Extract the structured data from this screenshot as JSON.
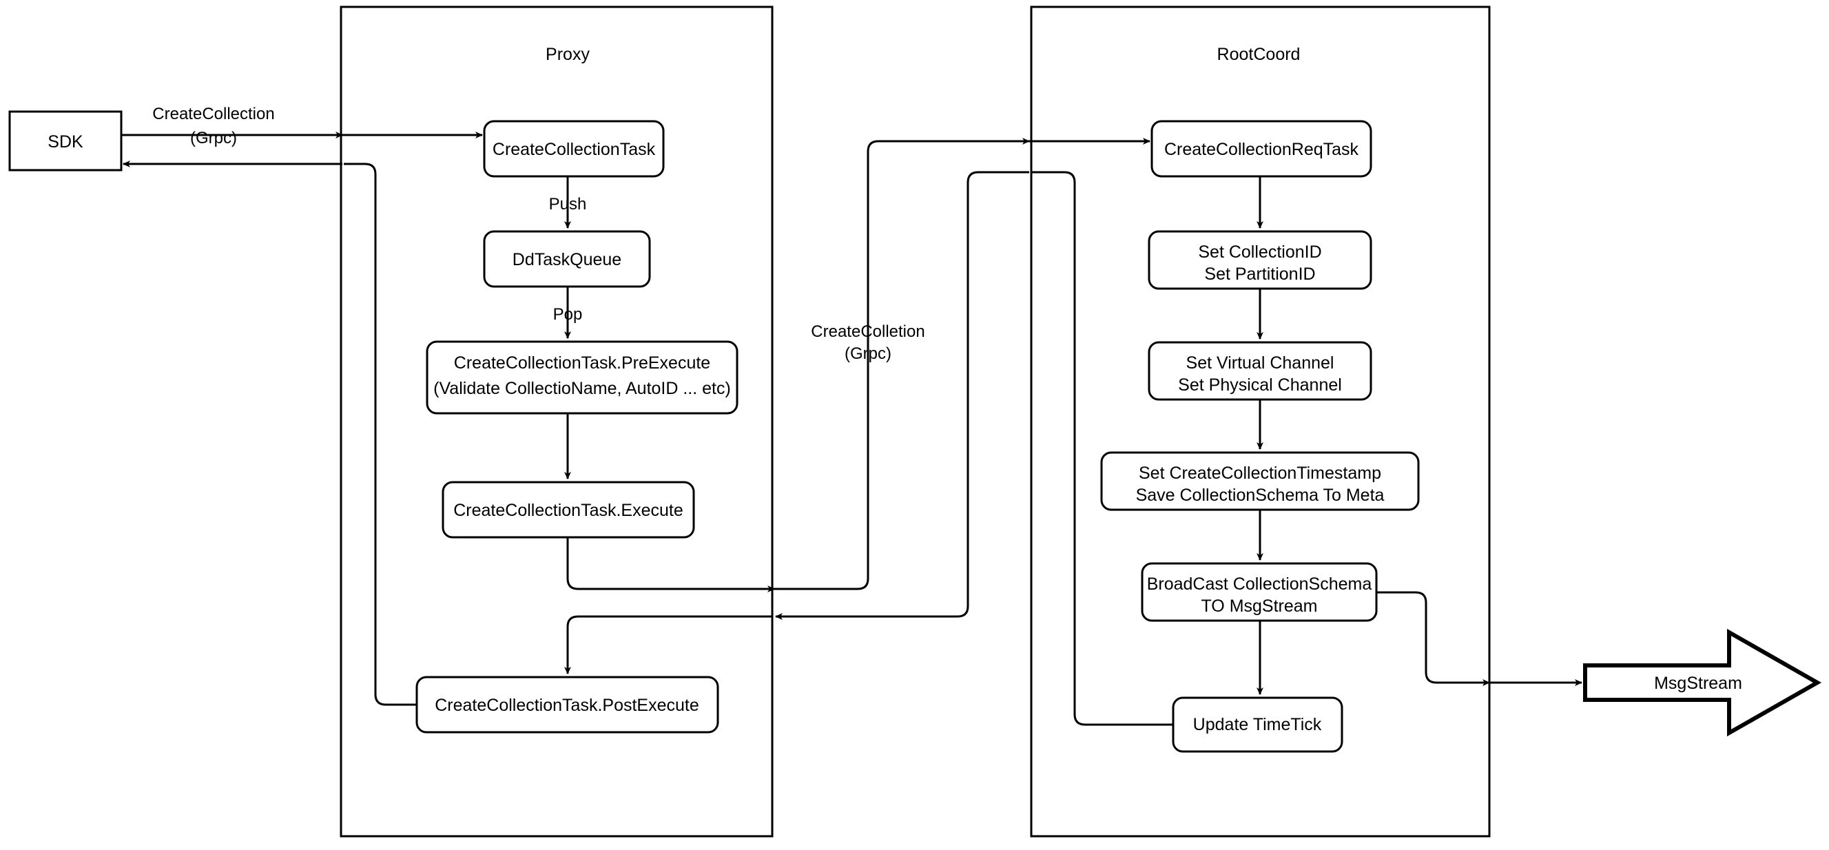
{
  "diagram": {
    "title": "CreateCollection flow",
    "background": "#ffffff",
    "stroke_color": "#000000"
  },
  "lanes": [
    {
      "id": "proxy",
      "label": "Proxy"
    },
    {
      "id": "rootcoord",
      "label": "RootCoord"
    }
  ],
  "external_nodes": [
    {
      "id": "sdk",
      "label": "SDK",
      "shape": "rect"
    },
    {
      "id": "msgstream",
      "label": "MsgStream",
      "shape": "block-arrow"
    }
  ],
  "proxy_nodes": [
    {
      "id": "create-collection-task",
      "label": "CreateCollectionTask"
    },
    {
      "id": "dd-task-queue",
      "label": "DdTaskQueue"
    },
    {
      "id": "pre-execute",
      "line1": "CreateCollectionTask.PreExecute",
      "line2": "(Validate CollectioName, AutoID ... etc)"
    },
    {
      "id": "execute",
      "label": "CreateCollectionTask.Execute"
    },
    {
      "id": "post-execute",
      "label": "CreateCollectionTask.PostExecute"
    }
  ],
  "rootcoord_nodes": [
    {
      "id": "create-collection-req-task",
      "label": "CreateCollectionReqTask"
    },
    {
      "id": "set-ids",
      "line1": "Set CollectionID",
      "line2": "Set PartitionID"
    },
    {
      "id": "set-channels",
      "line1": "Set Virtual Channel",
      "line2": "Set Physical Channel"
    },
    {
      "id": "save-meta",
      "line1": "Set CreateCollectionTimestamp",
      "line2": "Save CollectionSchema To Meta"
    },
    {
      "id": "broadcast",
      "line1": "BroadCast CollectionSchema",
      "line2": "TO MsgStream"
    },
    {
      "id": "update-timetick",
      "label": "Update TimeTick"
    }
  ],
  "edge_labels": {
    "sdk_to_proxy_line1": "CreateCollection",
    "sdk_to_proxy_line2": "(Grpc)",
    "push": "Push",
    "pop": "Pop",
    "proxy_to_rootcoord_line1": "CreateColletion",
    "proxy_to_rootcoord_line2": "(Grpc)"
  }
}
